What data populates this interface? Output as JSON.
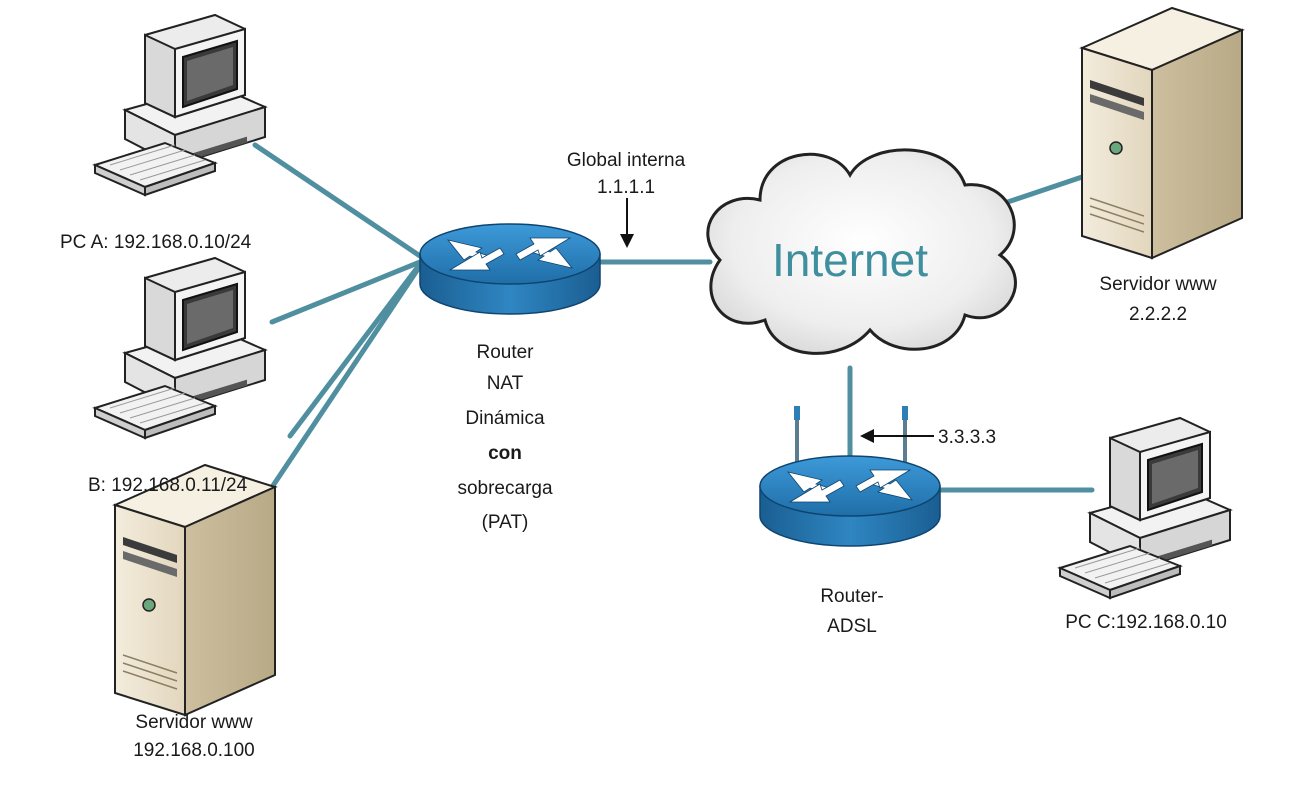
{
  "diagram": {
    "pc_a": {
      "label": "PC A: 192.168.0.10/24"
    },
    "pc_b": {
      "label": "B: 192.168.0.11/24"
    },
    "server_local": {
      "line1": "Servidor www",
      "line2": "192.168.0.100"
    },
    "router_nat": {
      "line1": "Router",
      "line2": "NAT",
      "line3": "Dinámica",
      "line4": "con",
      "line5": "sobrecarga",
      "line6": "(PAT)"
    },
    "global_interna": {
      "line1": "Global interna",
      "line2": "1.1.1.1"
    },
    "internet": {
      "label": "Internet"
    },
    "server_remote": {
      "line1": "Servidor www",
      "line2": "2.2.2.2"
    },
    "adsl_ip": {
      "label": "3.3.3.3"
    },
    "router_adsl": {
      "line1": "Router-",
      "line2": "ADSL"
    },
    "pc_c": {
      "label": "PC C:192.168.0.10"
    },
    "colors": {
      "link": "#4f8fa0",
      "router": "#2e7fb5",
      "cloud_text": "#3f8f9f",
      "server_body": "#e9dfc9"
    }
  }
}
